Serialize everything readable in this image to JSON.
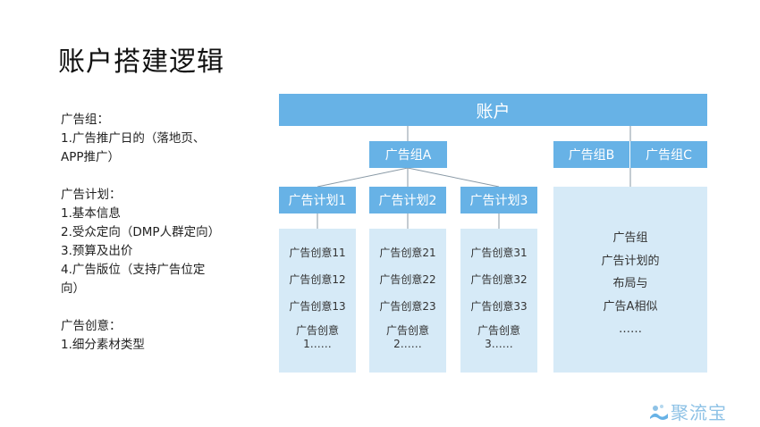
{
  "title": "账户搭建逻辑",
  "notes": [
    {
      "lines": [
        "广告组：",
        "1.广告推广日的（落地页、",
        "APP推广）"
      ]
    },
    {
      "lines": [
        "广告计划：",
        "1.基本信息",
        "2.受众定向（DMP人群定向）",
        "3.预算及出价",
        "4.广告版位（支持广告位定",
        "向）"
      ]
    },
    {
      "lines": [
        "广告创意：",
        "1.细分素材类型"
      ]
    }
  ],
  "diagram": {
    "account": "账户",
    "group_a": "广告组A",
    "group_b": "广告组B",
    "group_c": "广告组C",
    "plans": [
      "广告计划1",
      "广告计划2",
      "广告计划3"
    ],
    "creatives": [
      [
        "广告创意11",
        "广告创意12",
        "广告创意13",
        "广告创意 1……"
      ],
      [
        "广告创意21",
        "广告创意22",
        "广告创意23",
        "广告创意 2……"
      ],
      [
        "广告创意31",
        "广告创意32",
        "广告创意33",
        "广告创意 3……"
      ]
    ],
    "similar_panel": [
      "广告组",
      "广告计划的",
      "布局与",
      "广告A相似",
      "……"
    ]
  },
  "logo": {
    "text": "聚流宝",
    "icon": "water-splash-icon"
  },
  "colors": {
    "box": "#67b2e6",
    "panel": "#d6eaf7",
    "line": "#8a9aa6"
  }
}
